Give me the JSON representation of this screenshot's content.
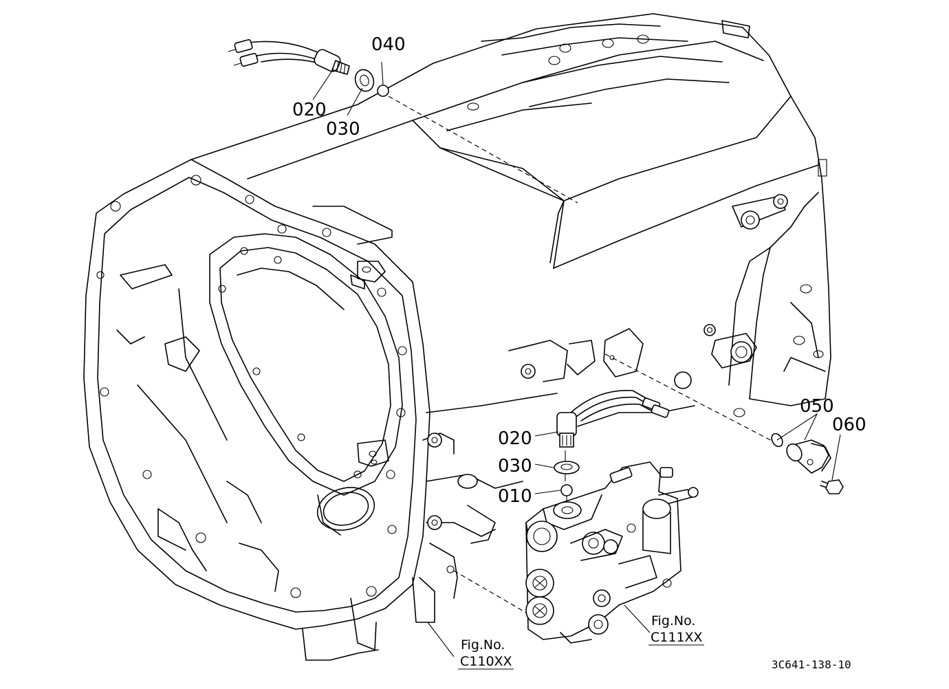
{
  "callouts": {
    "top_switch": "020",
    "top_seal": "030",
    "top_ball": "040",
    "lower_switch": "020",
    "lower_seal": "030",
    "lower_ball": "010",
    "oring": "050",
    "bolt": "060"
  },
  "fig_refs": [
    {
      "label": "Fig.No.",
      "code": "C110XX"
    },
    {
      "label": "Fig.No.",
      "code": "C111XX"
    }
  ],
  "drawing_code": "3C641-138-10"
}
